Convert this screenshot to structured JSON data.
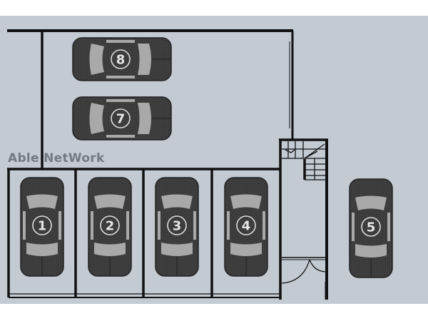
{
  "watermark": "Able NetWork",
  "colors": {
    "background": "#c3cad2",
    "wall": "#111111",
    "car_body": "#3a3a3a",
    "car_glass": "#a9a9a9",
    "number_text": "#e6e6e6"
  },
  "parking_spaces": [
    {
      "number": "1",
      "label": "①",
      "orientation": "vertical",
      "area": "lower-row"
    },
    {
      "number": "2",
      "label": "②",
      "orientation": "vertical",
      "area": "lower-row"
    },
    {
      "number": "3",
      "label": "③",
      "orientation": "vertical",
      "area": "lower-row"
    },
    {
      "number": "4",
      "label": "④",
      "orientation": "vertical",
      "area": "lower-row"
    },
    {
      "number": "5",
      "label": "⑤",
      "orientation": "vertical",
      "area": "right-side"
    },
    {
      "number": "7",
      "label": "⑦",
      "orientation": "horizontal",
      "area": "upper-lot"
    },
    {
      "number": "8",
      "label": "⑧",
      "orientation": "horizontal",
      "area": "upper-lot"
    }
  ],
  "features": {
    "stairs": "staircase",
    "entrance": "double-door"
  }
}
